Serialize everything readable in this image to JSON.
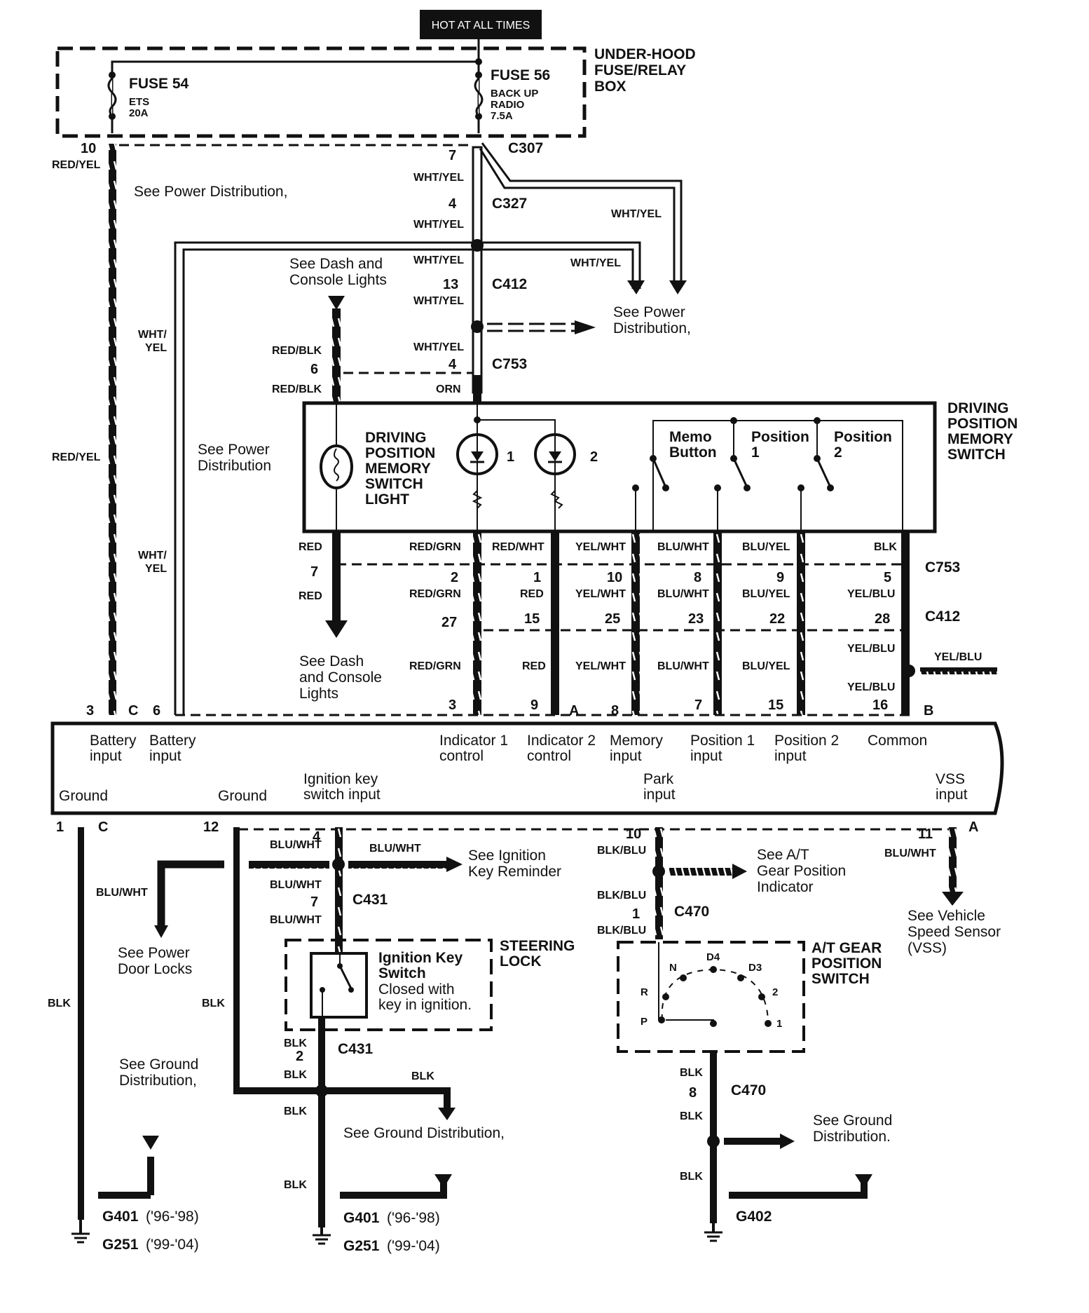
{
  "header": {
    "hot_label": "HOT AT ALL TIMES"
  },
  "fuse_box": {
    "title_lines": [
      "UNDER-HOOD",
      "FUSE/RELAY",
      "BOX"
    ],
    "fuse54": {
      "name": "FUSE 54",
      "lines": [
        "ETS",
        "20A"
      ]
    },
    "fuse56": {
      "name": "FUSE 56",
      "lines": [
        "BACK UP",
        "RADIO",
        "7.5A"
      ]
    }
  },
  "connectors": {
    "c307": "C307",
    "c327": "C327",
    "c412": "C412",
    "c753": "C753",
    "c431": "C431",
    "c470": "C470"
  },
  "wires": {
    "red_yel": "RED/YEL",
    "wht_yel": "WHT/YEL",
    "wht": "WHT/",
    "yel": "YEL",
    "red_blk": "RED/BLK",
    "orn": "ORN",
    "red": "RED",
    "red_grn": "RED/GRN",
    "red_wht": "RED/WHT",
    "yel_wht": "YEL/WHT",
    "blu_wht": "BLU/WHT",
    "blu_yel": "BLU/YEL",
    "blk": "BLK",
    "yel_blu": "YEL/BLU",
    "blk_blu": "BLK/BLU"
  },
  "pins": {
    "p10": "10",
    "p7": "7",
    "p4": "4",
    "p13": "13",
    "p6": "6",
    "p3": "3",
    "pC": "C",
    "p6b": "6",
    "c753_row": [
      "7",
      "2",
      "1",
      "10",
      "8",
      "9",
      "5"
    ],
    "c412_row": [
      "27",
      "15",
      "25",
      "23",
      "22",
      "28"
    ],
    "unit_top": [
      "3",
      "9",
      "A",
      "8",
      "7",
      "15",
      "16",
      "B"
    ],
    "unit_bottom": [
      "1",
      "C",
      "12",
      "4",
      "10",
      "11",
      "A"
    ],
    "c431_top": "7",
    "c431_bot": "2",
    "c470_top": "1",
    "c470_bot": "8"
  },
  "notes": {
    "see_power_dist_comma": "See Power Distribution,",
    "see_dash_console": [
      "See Dash and",
      "Console Lights"
    ],
    "see_power_dist2": [
      "See Power",
      "Distribution,"
    ],
    "see_power_dist3": [
      "See Power",
      "Distribution"
    ],
    "see_dash_console2": [
      "See Dash",
      "and Console",
      "Lights"
    ],
    "see_ignition_key": [
      "See Ignition",
      "Key Reminder"
    ],
    "see_power_door": [
      "See Power",
      "Door Locks"
    ],
    "see_at_gear": [
      "See A/T",
      "Gear Position",
      "Indicator"
    ],
    "see_vss": [
      "See Vehicle",
      "Speed Sensor",
      "(VSS)"
    ],
    "see_ground_dist1": [
      "See Ground",
      "Distribution,"
    ],
    "see_ground_dist2": "See Ground Distribution,",
    "see_ground_dist3": [
      "See Ground",
      "Distribution."
    ]
  },
  "memory_switch": {
    "title_lines": [
      "DRIVING",
      "POSITION",
      "MEMORY",
      "SWITCH"
    ],
    "light_lines": [
      "DRIVING",
      "POSITION",
      "MEMORY",
      "SWITCH",
      "LIGHT"
    ],
    "led1": "1",
    "led2": "2",
    "memo": [
      "Memo",
      "Button"
    ],
    "pos1": [
      "Position",
      "1"
    ],
    "pos2": [
      "Position",
      "2"
    ]
  },
  "control_unit": {
    "top_labels": [
      [
        "Battery",
        "input"
      ],
      [
        "Battery",
        "input"
      ],
      [
        "Indicator 1",
        "control"
      ],
      [
        "Indicator 2",
        "control"
      ],
      [
        "Memory",
        "input"
      ],
      [
        "Position 1",
        "input"
      ],
      [
        "Position 2",
        "input"
      ],
      [
        "Common"
      ]
    ],
    "bottom_labels": [
      [
        "Ground"
      ],
      [
        "Ground"
      ],
      [
        "Ignition key",
        "switch input"
      ],
      [
        "Park",
        "input"
      ],
      [
        "VSS",
        "input"
      ]
    ]
  },
  "steering_lock": {
    "title_lines": [
      "STEERING",
      "LOCK"
    ],
    "switch_name": [
      "Ignition Key",
      "Switch"
    ],
    "switch_desc": [
      "Closed with",
      "key in ignition."
    ]
  },
  "gear_switch": {
    "title_lines": [
      "A/T GEAR",
      "POSITION",
      "SWITCH"
    ],
    "positions": [
      "P",
      "R",
      "N",
      "D4",
      "D3",
      "2",
      "1"
    ]
  },
  "grounds": {
    "g401": "G401",
    "g401_years": "('96-'98)",
    "g251": "G251",
    "g251_years": "('99-'04)",
    "g402": "G402"
  }
}
